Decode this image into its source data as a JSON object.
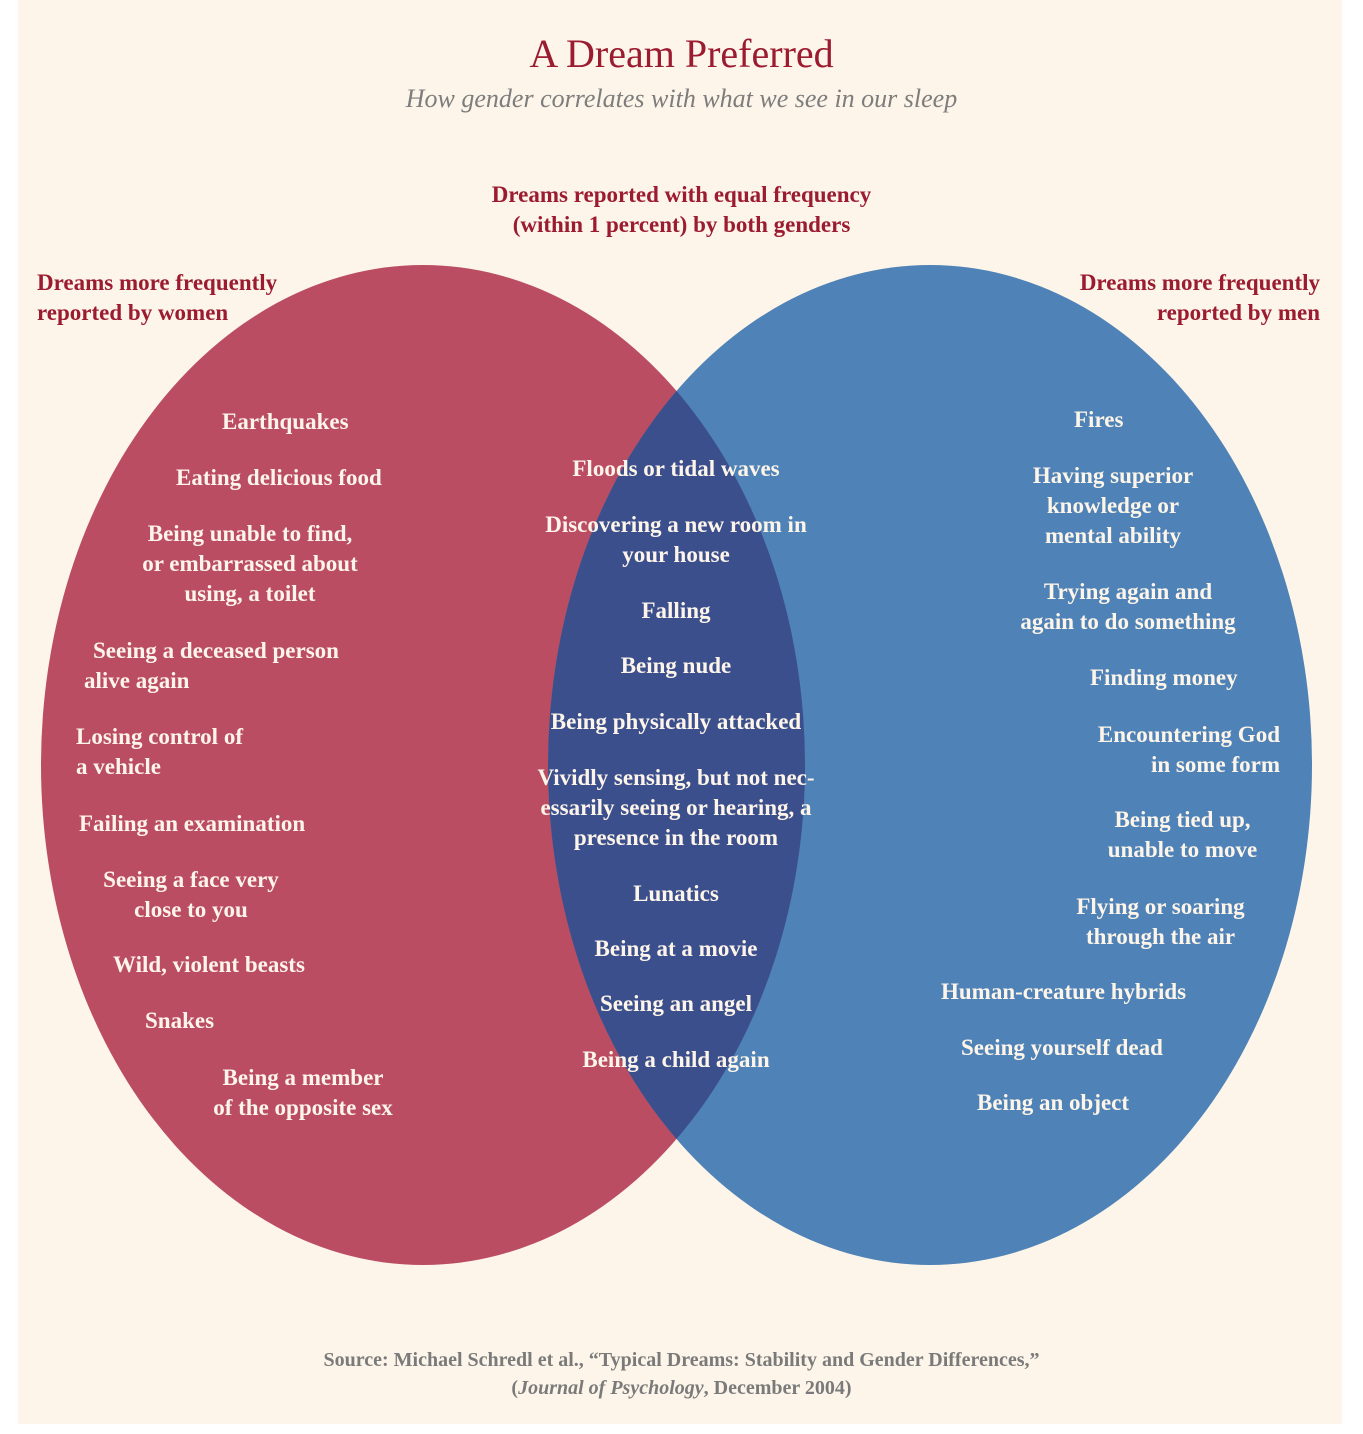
{
  "title": "A Dream Preferred",
  "subtitle": "How gender correlates with what we see in our sleep",
  "headings": {
    "center": "Dreams reported with equal frequency\n(within 1 percent) by both genders",
    "women": "Dreams more frequently\nreported by women",
    "men": "Dreams more frequently\nreported by men"
  },
  "colors": {
    "background": "#fdf5e9",
    "women_circle": "#bb4d62",
    "men_circle": "#4f82b6",
    "overlap": "#3c4f8d",
    "heading": "#9b1b30"
  },
  "women": [
    "Earthquakes",
    "Eating delicious food",
    "Being unable to find,\nor embarrassed about\nusing, a toilet",
    "Seeing a deceased person\nalive again",
    "Losing control of\na vehicle",
    "Failing an examination",
    "Seeing a face very\nclose to you",
    "Wild, violent beasts",
    "Snakes",
    "Being a member\nof the opposite sex"
  ],
  "both": [
    "Floods or tidal waves",
    "Discovering a new room in\nyour house",
    "Falling",
    "Being nude",
    "Being physically attacked",
    "Vividly sensing, but not nec-\nessarily seeing or hearing, a\npresence in the room",
    "Lunatics",
    "Being at a movie",
    "Seeing an angel",
    "Being a child again"
  ],
  "men": [
    "Fires",
    "Having superior\nknowledge or\nmental ability",
    "Trying again and\nagain to do something",
    "Finding money",
    "Encountering God\nin some form",
    "Being tied up,\nunable to move",
    "Flying or soaring\nthrough the air",
    "Human-creature hybrids",
    "Seeing yourself dead",
    "Being an object"
  ],
  "source": {
    "line1": "Source: Michael Schredl et al., “Typical Dreams: Stability and Gender Differences,”",
    "line2_open": "(",
    "journal": "Journal of Psychology",
    "line2_close": ", December 2004)"
  }
}
